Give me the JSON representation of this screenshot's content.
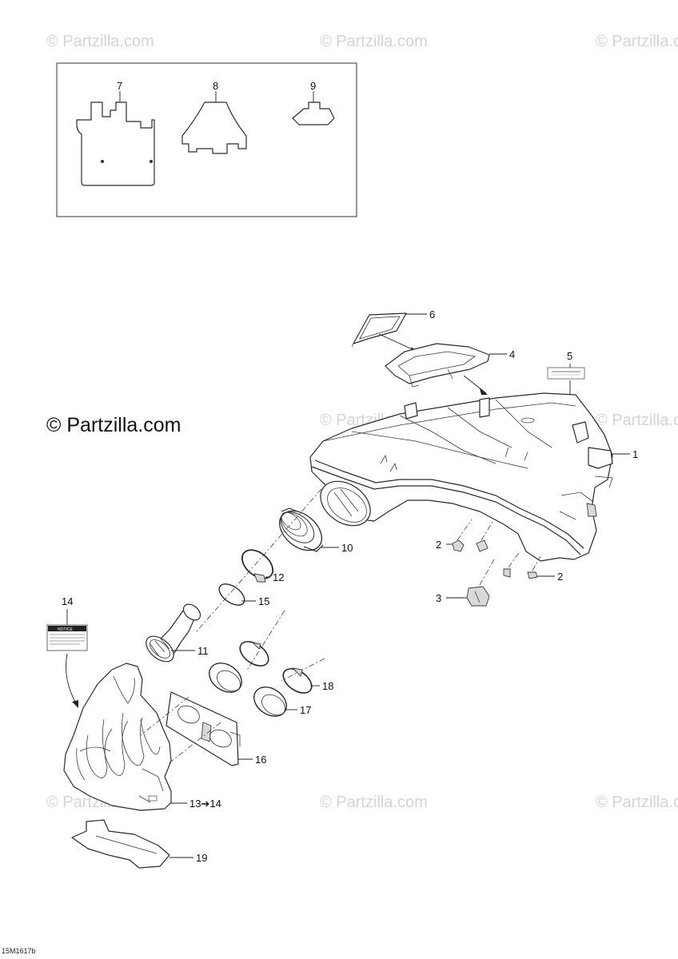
{
  "watermark_text": "© Partzilla.com",
  "brand_text": "© Partzilla.com",
  "drawing_code": "15M1617b",
  "notice_label": {
    "heading": "NOTICE"
  },
  "callouts": {
    "c1": "1",
    "c2a": "2",
    "c2b": "2",
    "c3": "3",
    "c4": "4",
    "c5": "5",
    "c6": "6",
    "c7": "7",
    "c8": "8",
    "c9": "9",
    "c10": "10",
    "c11": "11",
    "c12": "12",
    "c13": "13➔14",
    "c14": "14",
    "c15": "15",
    "c16": "16",
    "c17": "17",
    "c18": "18",
    "c19": "19"
  },
  "colors": {
    "line": "#2a2a2a",
    "watermark": "#d4d4d4",
    "shade": "#d9d9d9"
  }
}
